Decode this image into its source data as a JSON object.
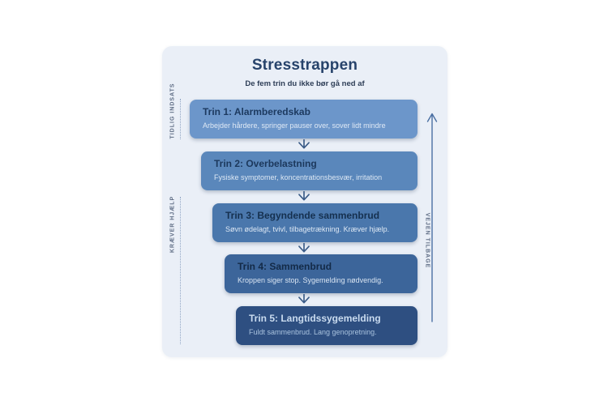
{
  "header": {
    "title": "Stresstrappen",
    "subtitle": "De fem trin du ikke bør gå ned af"
  },
  "steps": [
    {
      "title": "Trin 1: Alarmberedskab",
      "description": "Arbejder hårdere, springer pauser over, sover lidt mindre",
      "bg": "#6c96ca",
      "title_color": "#1d3a60",
      "desc_color": "#dfe9f5"
    },
    {
      "title": "Trin 2: Overbelastning",
      "description": "Fysiske symptomer, koncentrationsbesvær, irritation",
      "bg": "#5a87bb",
      "title_color": "#1c385c",
      "desc_color": "#dde8f4"
    },
    {
      "title": "Trin 3: Begyndende sammenbrud",
      "description": "Søvn ødelagt, tvivl, tilbagetrækning. Kræver hjælp.",
      "bg": "#4a77ac",
      "title_color": "#15304f",
      "desc_color": "#dde8f4"
    },
    {
      "title": "Trin 4: Sammenbrud",
      "description": "Kroppen siger stop. Sygemelding nødvendig.",
      "bg": "#3c659a",
      "title_color": "#132a47",
      "desc_color": "#d8e4f2"
    },
    {
      "title": "Trin 5: Langtidssygemelding",
      "description": "Fuldt sammenbrud. Lang genopretning.",
      "bg": "#2e4f81",
      "title_color": "#c9dbef",
      "desc_color": "#a9c2de"
    }
  ],
  "annotations": {
    "left_top": "TIDLIG INDSATS",
    "left_bottom": "KRÆVER HJÆLP",
    "right": "VEJEN TILBAGE"
  },
  "colors": {
    "card_bg": "#eaeff7",
    "arrow": "#3b5c88",
    "up_arrow": "#4a6fa2",
    "side_label": "#5f6d85",
    "dotted_line": "#90a5c4"
  }
}
